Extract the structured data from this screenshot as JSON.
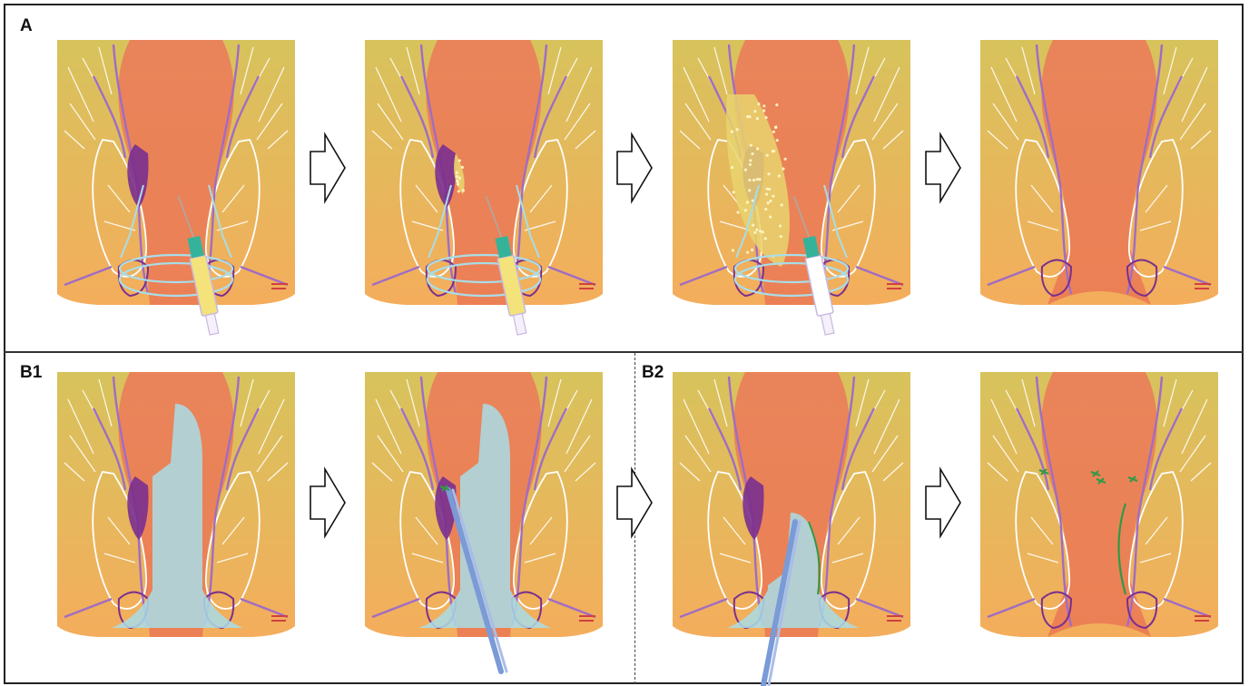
{
  "labels": {
    "panel_a": "A",
    "panel_b1": "B1",
    "panel_b2": "B2"
  },
  "illustrations": [
    {
      "row": "A",
      "step": 1,
      "content": "syringe-injection"
    },
    {
      "row": "A",
      "step": 2,
      "content": "injection-with-filling"
    },
    {
      "row": "A",
      "step": 3,
      "content": "filled-fistula-tract"
    },
    {
      "row": "A",
      "step": 4,
      "content": "healed"
    },
    {
      "row": "B1",
      "step": 1,
      "content": "anoscope-inserted"
    },
    {
      "row": "B1",
      "step": 2,
      "content": "clip-forceps"
    },
    {
      "row": "B2",
      "step": 1,
      "content": "clip-applied-via-anoscope"
    },
    {
      "row": "B2",
      "step": 2,
      "content": "closed-with-clips"
    }
  ],
  "colors": {
    "tissue_top": "#d7c35c",
    "tissue_bottom": "#f4ad5c",
    "lumen": "#ec8055",
    "vein": "#a06cc4",
    "vessel_dark": "#7a2f8f",
    "anoscope": "#a9dde8",
    "syringe": "#f4e27a",
    "clip": "#2f9a45",
    "forceps": "#7a9ad8"
  }
}
